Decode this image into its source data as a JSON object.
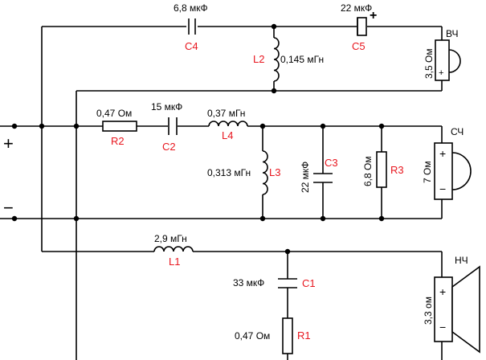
{
  "terminals": {
    "plus": "+",
    "minus": "−"
  },
  "components": {
    "C4": {
      "ref": "C4",
      "value": "6,8 мкФ"
    },
    "C5": {
      "ref": "C5",
      "value": "22 мкФ",
      "polarity": "+"
    },
    "L2": {
      "ref": "L2",
      "value": "0,145 мГн"
    },
    "R2": {
      "ref": "R2",
      "value": "0,47 Ом"
    },
    "C2": {
      "ref": "C2",
      "value": "15 мкФ"
    },
    "L4": {
      "ref": "L4",
      "value": "0,37 мГн"
    },
    "L3": {
      "ref": "L3",
      "value": "0,313 мГн"
    },
    "C3": {
      "ref": "C3",
      "value": "22 мкФ"
    },
    "R3": {
      "ref": "R3",
      "value": "6,8 Ом"
    },
    "L1": {
      "ref": "L1",
      "value": "2,9 мГн"
    },
    "C1": {
      "ref": "C1",
      "value": "33 мкФ"
    },
    "R1": {
      "ref": "R1",
      "value": "0,47 Ом"
    }
  },
  "speakers": {
    "tweeter": {
      "label": "ВЧ",
      "impedance": "3,5 Ом",
      "plus": "+"
    },
    "mid": {
      "label": "СЧ",
      "impedance": "7 Ом",
      "plus": "+",
      "minus": "−"
    },
    "woofer": {
      "label": "НЧ",
      "impedance": "3,3 ом",
      "plus": "+",
      "minus": "−"
    }
  },
  "colors": {
    "wire": "#000000",
    "reference": "#e8171f"
  }
}
